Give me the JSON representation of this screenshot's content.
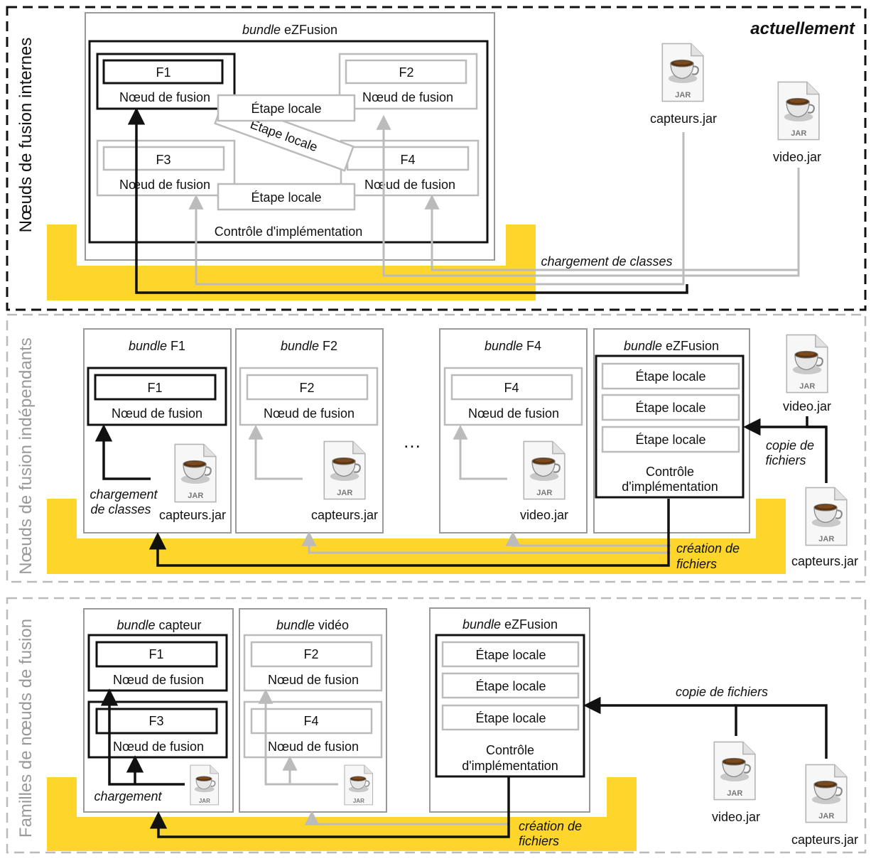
{
  "sections": {
    "current": {
      "side_label": "Nœuds de fusion internes",
      "corner_label": "actuellement",
      "bundle_prefix": "bundle",
      "bundle_name": "eZFusion",
      "nodes": [
        {
          "id": "F1",
          "label": "Nœud de fusion"
        },
        {
          "id": "F2",
          "label": "Nœud de fusion"
        },
        {
          "id": "F3",
          "label": "Nœud de fusion"
        },
        {
          "id": "F4",
          "label": "Nœud de fusion"
        }
      ],
      "steps": [
        "Étape locale",
        "Étape locale",
        "Étape locale"
      ],
      "control": "Contrôle d'implémentation",
      "jars": [
        "capteurs.jar",
        "video.jar"
      ],
      "arrow_label": "chargement de classes"
    },
    "independent": {
      "side_label": "Nœuds de fusion indépendants",
      "bundle_prefix": "bundle",
      "bundles": [
        {
          "name": "F1",
          "node_id": "F1",
          "node_label": "Nœud de fusion",
          "jar": "capteurs.jar"
        },
        {
          "name": "F2",
          "node_id": "F2",
          "node_label": "Nœud de fusion",
          "jar": "capteurs.jar"
        },
        {
          "name": "F4",
          "node_id": "F4",
          "node_label": "Nœud de fusion",
          "jar": "video.jar"
        }
      ],
      "ellipsis": "…",
      "ezfusion": {
        "name": "eZFusion",
        "steps": [
          "Étape locale",
          "Étape locale",
          "Étape locale"
        ],
        "control": [
          "Contrôle",
          "d'implémentation"
        ]
      },
      "load_label": [
        "chargement",
        "de classes"
      ],
      "copy_label": [
        "copie de",
        "fichiers"
      ],
      "create_label": [
        "création de",
        "fichiers"
      ],
      "jars": [
        "video.jar",
        "capteurs.jar"
      ]
    },
    "families": {
      "side_label": "Familles de nœuds de fusion",
      "bundle_prefix": "bundle",
      "bundles": [
        {
          "name": "capteur",
          "nodes": [
            {
              "id": "F1",
              "label": "Nœud de fusion"
            },
            {
              "id": "F3",
              "label": "Nœud de fusion"
            }
          ]
        },
        {
          "name": "vidéo",
          "nodes": [
            {
              "id": "F2",
              "label": "Nœud de fusion"
            },
            {
              "id": "F4",
              "label": "Nœud de fusion"
            }
          ]
        }
      ],
      "ezfusion": {
        "name": "eZFusion",
        "steps": [
          "Étape locale",
          "Étape locale",
          "Étape locale"
        ],
        "control": [
          "Contrôle",
          "d'implémentation"
        ]
      },
      "load_label": "chargement",
      "copy_label": "copie de fichiers",
      "create_label": [
        "création de",
        "fichiers"
      ],
      "jars": [
        "video.jar",
        "capteurs.jar"
      ]
    }
  },
  "jar_icon_text": "JAR",
  "colors": {
    "accent_yellow": "#fed52a",
    "line_black": "#111111",
    "line_gray": "#bbbbbb",
    "frame_gray": "#999999"
  }
}
